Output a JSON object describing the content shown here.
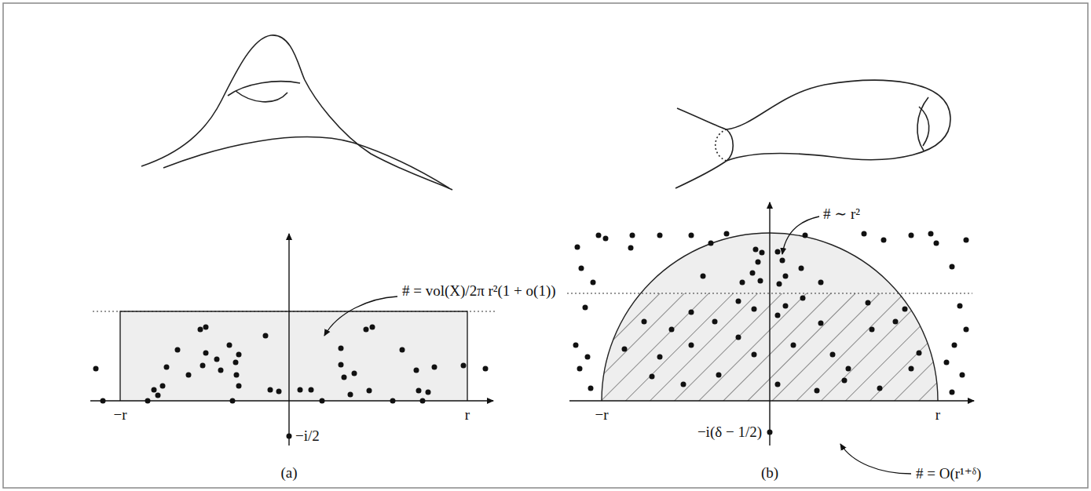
{
  "diagram": {
    "labels": [
      "# = vol(X)/2π r²(1 + o(1))",
      "−r",
      "r",
      "−i/2",
      "(a)",
      "# ∼ r²",
      "−r",
      "r",
      "−i(δ − 1/2)",
      "# = O(r¹⁺ᵟ)",
      "(b)"
    ]
  }
}
